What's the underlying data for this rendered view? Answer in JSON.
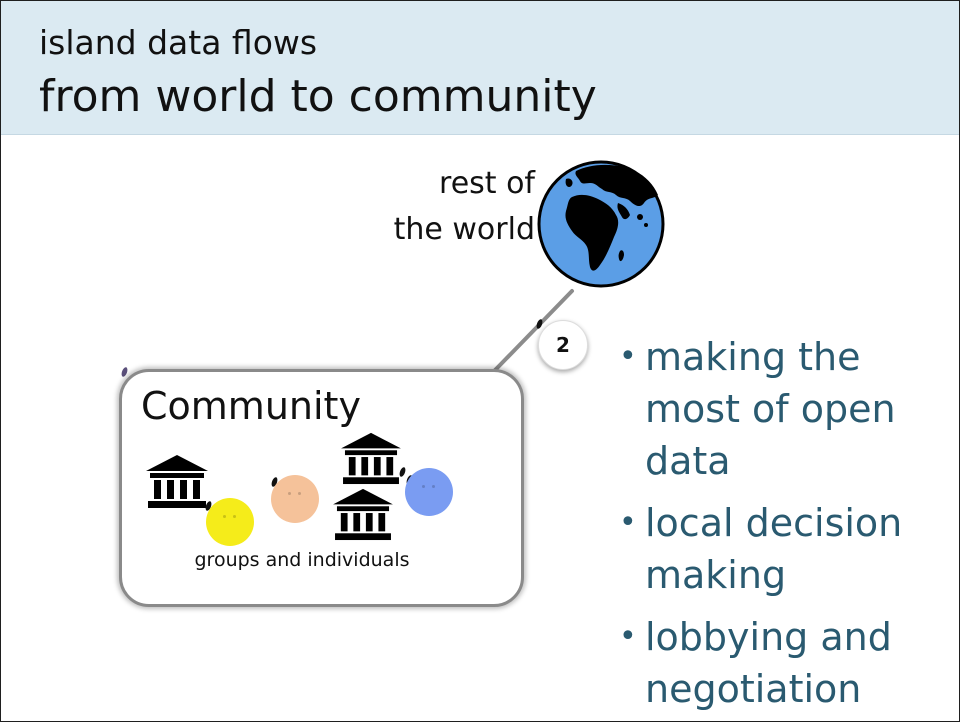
{
  "header": {
    "subtitle": "island data flows",
    "title": "from world to community"
  },
  "world": {
    "label_line1": "rest of",
    "label_line2": "the world",
    "icon": "globe-icon",
    "ocean_color": "#5b9ee6"
  },
  "flow": {
    "step_number": "2",
    "arrowhead_color": "#e8431c",
    "line_color": "#8c8c8c"
  },
  "community": {
    "label": "Community",
    "caption": "groups and individuals",
    "members": [
      {
        "kind": "institution",
        "icon": "institution-icon"
      },
      {
        "kind": "person",
        "color": "#f5ec1a"
      },
      {
        "kind": "person",
        "color": "#f5c29a"
      },
      {
        "kind": "institution",
        "icon": "institution-icon"
      },
      {
        "kind": "institution",
        "icon": "institution-icon"
      },
      {
        "kind": "person",
        "color": "#7a9cf2"
      }
    ]
  },
  "bullets": [
    "making the most of open data",
    "local decision making",
    "lobbying and negotiation"
  ],
  "colors": {
    "title_band": "#dbeaf2",
    "bullet_text": "#2a5a70"
  }
}
